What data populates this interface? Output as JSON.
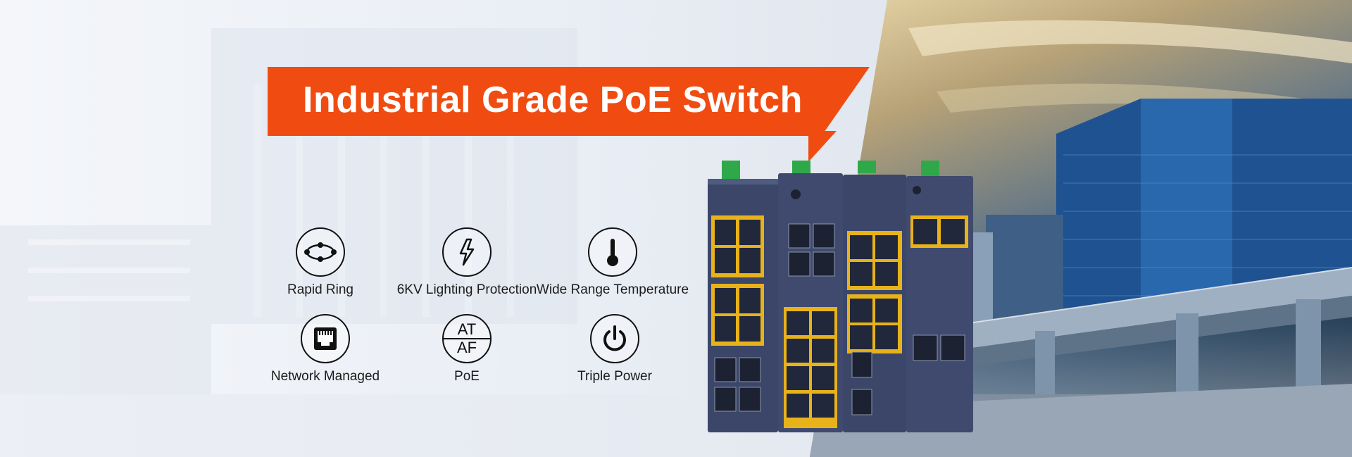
{
  "title": "Industrial Grade PoE Switch",
  "features": [
    {
      "label": "Rapid Ring",
      "icon": "ring-network-icon"
    },
    {
      "label": "6KV Lighting Protection",
      "icon": "lightning-icon"
    },
    {
      "label": "Wide Range Temperature",
      "icon": "thermometer-icon"
    },
    {
      "label": "Network Managed",
      "icon": "ethernet-port-icon"
    },
    {
      "label": "PoE",
      "icon": "poe-at-af-icon",
      "badge_top": "AT",
      "badge_bottom": "AF"
    },
    {
      "label": "Triple Power",
      "icon": "power-icon"
    }
  ],
  "colors": {
    "accent": "#f04c12",
    "device": "#3b4668",
    "port_trim": "#e8b21b",
    "terminal": "#2fa84a"
  }
}
